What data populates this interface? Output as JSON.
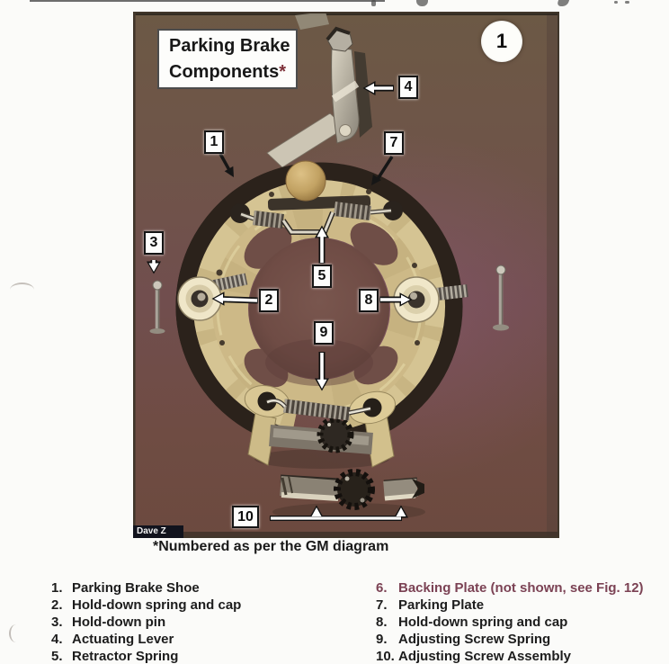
{
  "page": {
    "background_color": "#fbfbf9",
    "caption": "*Numbered as per the GM diagram",
    "figure_badge": "1",
    "photo_credit": "Dave Z"
  },
  "photo": {
    "title": {
      "line1": "Parking Brake",
      "line2": "Components",
      "asterisk": "*"
    },
    "part_labels": {
      "p1": "1",
      "p2": "2",
      "p3": "3",
      "p4": "4",
      "p5": "5",
      "p7": "7",
      "p8": "8",
      "p9": "9",
      "p10": "10"
    }
  },
  "legend": {
    "left": [
      {
        "num": "1.",
        "text": "Parking Brake Shoe"
      },
      {
        "num": "2.",
        "text": "Hold-down spring and cap"
      },
      {
        "num": "3.",
        "text": "Hold-down pin"
      },
      {
        "num": "4.",
        "text": "Actuating Lever"
      },
      {
        "num": "5.",
        "text": "Retractor Spring"
      }
    ],
    "right": [
      {
        "num": "6.",
        "text": "Backing Plate (not shown, see Fig. 12)"
      },
      {
        "num": "7.",
        "text": "Parking Plate"
      },
      {
        "num": "8.",
        "text": "Hold-down spring and cap"
      },
      {
        "num": "9.",
        "text": "Adjusting Screw Spring"
      },
      {
        "num": "10.",
        "text": "Adjusting Screw Assembly"
      }
    ]
  },
  "colors": {
    "photo_background_brown": "#6f5349",
    "legend_highlight_maroon": "#7b4254",
    "title_asterisk_maroon": "#7d3038",
    "label_box_background": "#ffffff",
    "brake_shoe_cream": "#d5c493",
    "lining_dark": "#2b221b"
  }
}
